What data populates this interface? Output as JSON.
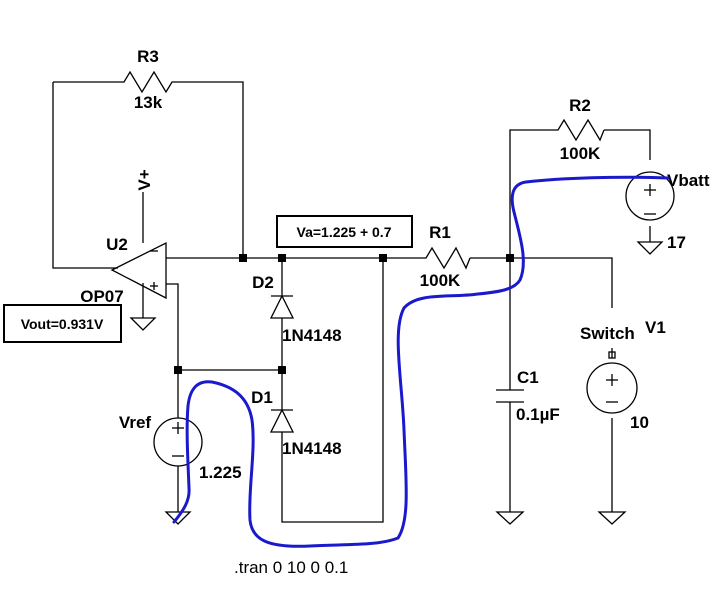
{
  "components": {
    "r3": {
      "name": "R3",
      "value": "13k"
    },
    "r2": {
      "name": "R2",
      "value": "100K"
    },
    "r1": {
      "name": "R1",
      "value": "100K"
    },
    "u2": {
      "name": "U2",
      "model": "OP07",
      "supply": "V+"
    },
    "d1": {
      "name": "D1",
      "model": "1N4148"
    },
    "d2": {
      "name": "D2",
      "model": "1N4148"
    },
    "c1": {
      "name": "C1",
      "value": "0.1µF"
    },
    "vref": {
      "name": "Vref",
      "value": "1.225"
    },
    "vbatt": {
      "name": "Vbatt",
      "value": "17"
    },
    "v1": {
      "name": "V1",
      "net": "Switch",
      "value": "10"
    }
  },
  "annotations": {
    "vout": "Vout=0.931V",
    "va": "Va=1.225 + 0.7"
  },
  "directive": ".tran 0 10 0 0.1",
  "colors": {
    "wire": "#000000",
    "freehand": "#1a1acc",
    "background": "#ffffff"
  }
}
